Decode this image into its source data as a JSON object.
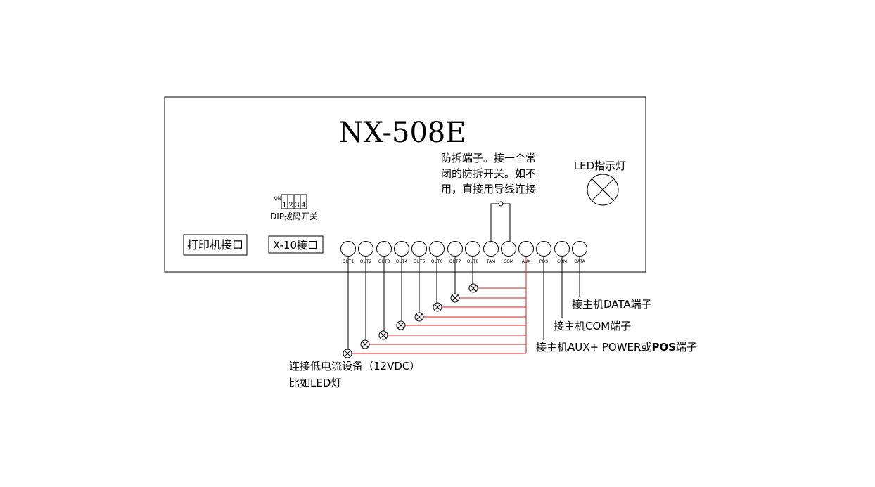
{
  "device": {
    "model": "NX-508E",
    "printer_port_label": "打印机接口",
    "x10_port_label": "X-10接口",
    "dip": {
      "on_label": "ON",
      "positions": [
        "1",
        "2",
        "3",
        "4"
      ],
      "label": "DIP拨码开关"
    },
    "tamper_note": [
      "防拆端子。接一个常",
      "闭的防拆开关。如不",
      "用，直接用导线连接"
    ],
    "led_label": "LED指示灯",
    "terminals": [
      "OUT1",
      "OUT2",
      "OUT3",
      "OUT4",
      "OUT5",
      "OUT6",
      "OUT7",
      "OUT8",
      "TAM",
      "COM",
      "AUX",
      "POS",
      "COM",
      "DATA"
    ]
  },
  "annotations": {
    "data_line": "接主机DATA端子",
    "com_line": "接主机COM端子",
    "aux_line_prefix": "接主机AUX+ POWER或",
    "aux_line_pos": "POS",
    "aux_line_suffix": "端子",
    "load_line1": "连接低电流设备（12VDC）",
    "load_line2": "比如LED灯"
  },
  "colors": {
    "wire": "#d62020",
    "line": "#000000"
  }
}
